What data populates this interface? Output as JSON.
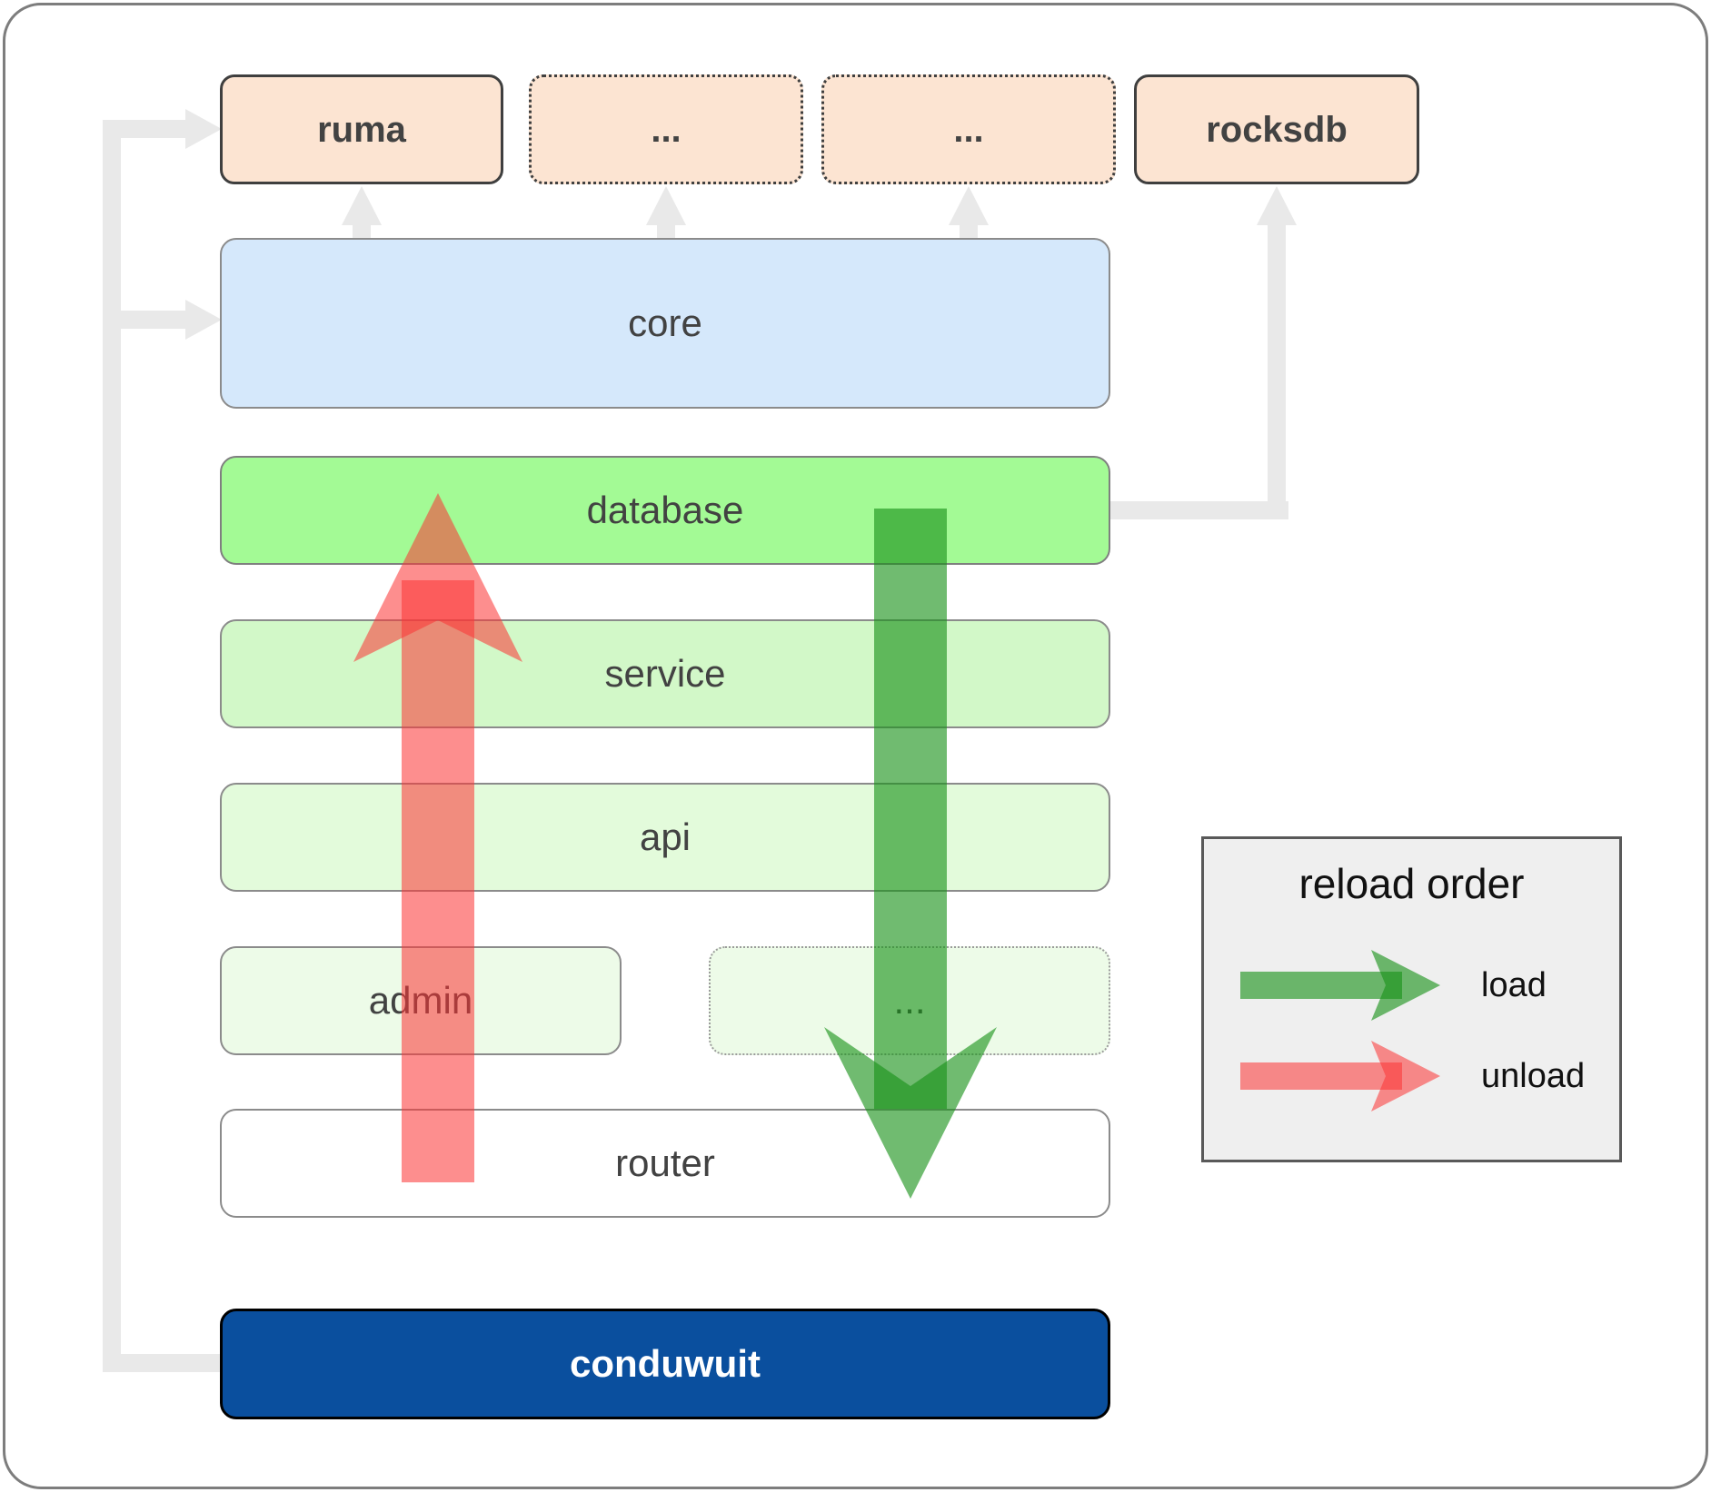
{
  "diagram": {
    "external_row": [
      {
        "label": "ruma",
        "border": "solid"
      },
      {
        "label": "...",
        "border": "dotted"
      },
      {
        "label": "...",
        "border": "dotted"
      },
      {
        "label": "rocksdb",
        "border": "solid"
      }
    ],
    "layers": [
      {
        "label": "core"
      },
      {
        "label": "database"
      },
      {
        "label": "service"
      },
      {
        "label": "api"
      },
      {
        "label": "admin"
      },
      {
        "label": "..."
      },
      {
        "label": "router"
      },
      {
        "label": "conduwuit"
      }
    ]
  },
  "legend": {
    "title": "reload order",
    "items": [
      {
        "label": "load",
        "icon": "green-right-arrow-icon",
        "color": "#3da23d"
      },
      {
        "label": "unload",
        "icon": "red-right-arrow-icon",
        "color": "#fb6464"
      }
    ]
  },
  "colors": {
    "external_box_fill": "#fce4d2",
    "core_fill": "#d5e8fb",
    "database_fill": "#a3fa95",
    "service_fill": "#d2f8c8",
    "api_fill": "#e3fbdb",
    "admin_fill": "#edfbe8",
    "router_fill": "#ffffff",
    "conduwuit_fill": "#0a4f9e",
    "connector_gray": "#e9e9e9",
    "load_arrow": "rgba(24,146,24,0.62)",
    "unload_arrow": "rgba(251,54,54,0.56)"
  }
}
